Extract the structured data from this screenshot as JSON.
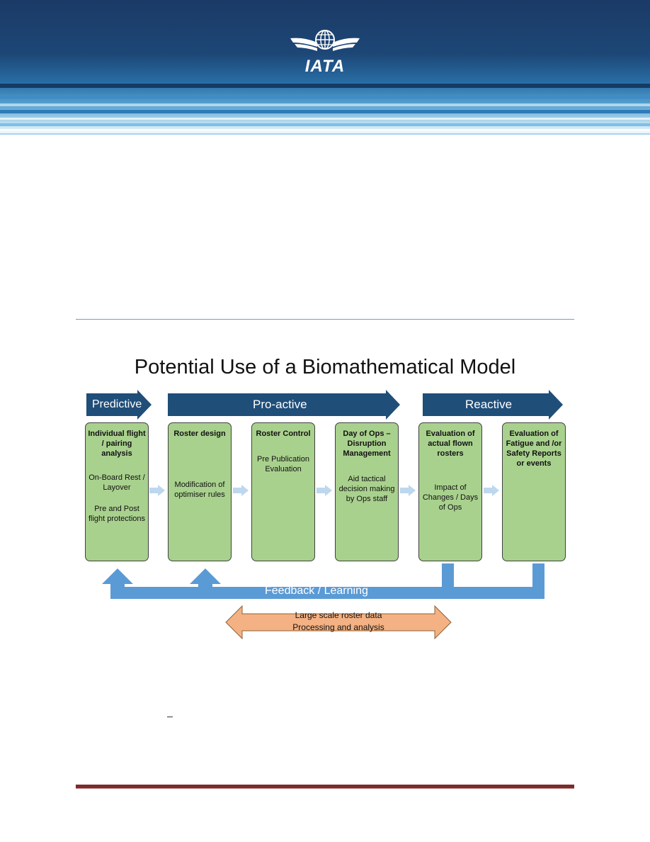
{
  "header": {
    "logo_text": "IATA",
    "icons": [
      "globe-icon",
      "wings-icon"
    ],
    "colors": {
      "dark": "#1b3a66",
      "mid": "#2a70a8",
      "light": "#b7dcef"
    }
  },
  "diagram": {
    "title": "Potential Use of a Biomathematical Model",
    "phases": [
      {
        "label": "Predictive"
      },
      {
        "label": "Pro-active"
      },
      {
        "label": "Reactive"
      }
    ],
    "stages": [
      {
        "title": "Individual flight / pairing analysis",
        "desc": "On-Board Rest / Layover",
        "extra": "Pre and Post flight protections"
      },
      {
        "title": "Roster design",
        "desc": "Modification of optimiser rules",
        "extra": ""
      },
      {
        "title": "Roster Control",
        "desc": "Pre Publication Evaluation",
        "extra": ""
      },
      {
        "title": "Day of Ops – Disruption Management",
        "desc": "Aid tactical decision making by Ops staff",
        "extra": ""
      },
      {
        "title": "Evaluation of actual flown rosters",
        "desc": "Impact of Changes / Days of Ops",
        "extra": ""
      },
      {
        "title": "Evaluation of Fatigue and /or Safety Reports or events",
        "desc": "",
        "extra": ""
      }
    ],
    "feedback_label": "Feedback / Learning",
    "data_lines": [
      "Large scale roster data",
      "Processing and analysis"
    ],
    "colors": {
      "phase": "#1f4e79",
      "stage": "#a9d18e",
      "small_arrow": "#bdd7ee",
      "feedback": "#5b9bd5",
      "data": "#f4b183",
      "footer": "#7a2b2b"
    }
  }
}
